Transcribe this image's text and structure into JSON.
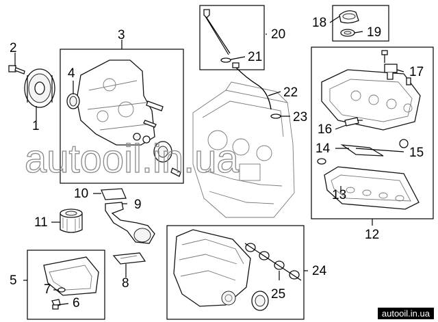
{
  "watermark": "autooil.in.ua",
  "footer_tag": "autooil.in.ua",
  "callouts": {
    "c1": "1",
    "c2": "2",
    "c3": "3",
    "c4": "4",
    "c5": "5",
    "c6": "6",
    "c7": "7",
    "c8": "8",
    "c9": "9",
    "c10": "10",
    "c11": "11",
    "c12": "12",
    "c13": "13",
    "c14": "14",
    "c15": "15",
    "c16": "16",
    "c17": "17",
    "c18": "18",
    "c19": "19",
    "c20": "20",
    "c21": "21",
    "c22": "22",
    "c23": "23",
    "c24": "24",
    "c25": "25"
  }
}
